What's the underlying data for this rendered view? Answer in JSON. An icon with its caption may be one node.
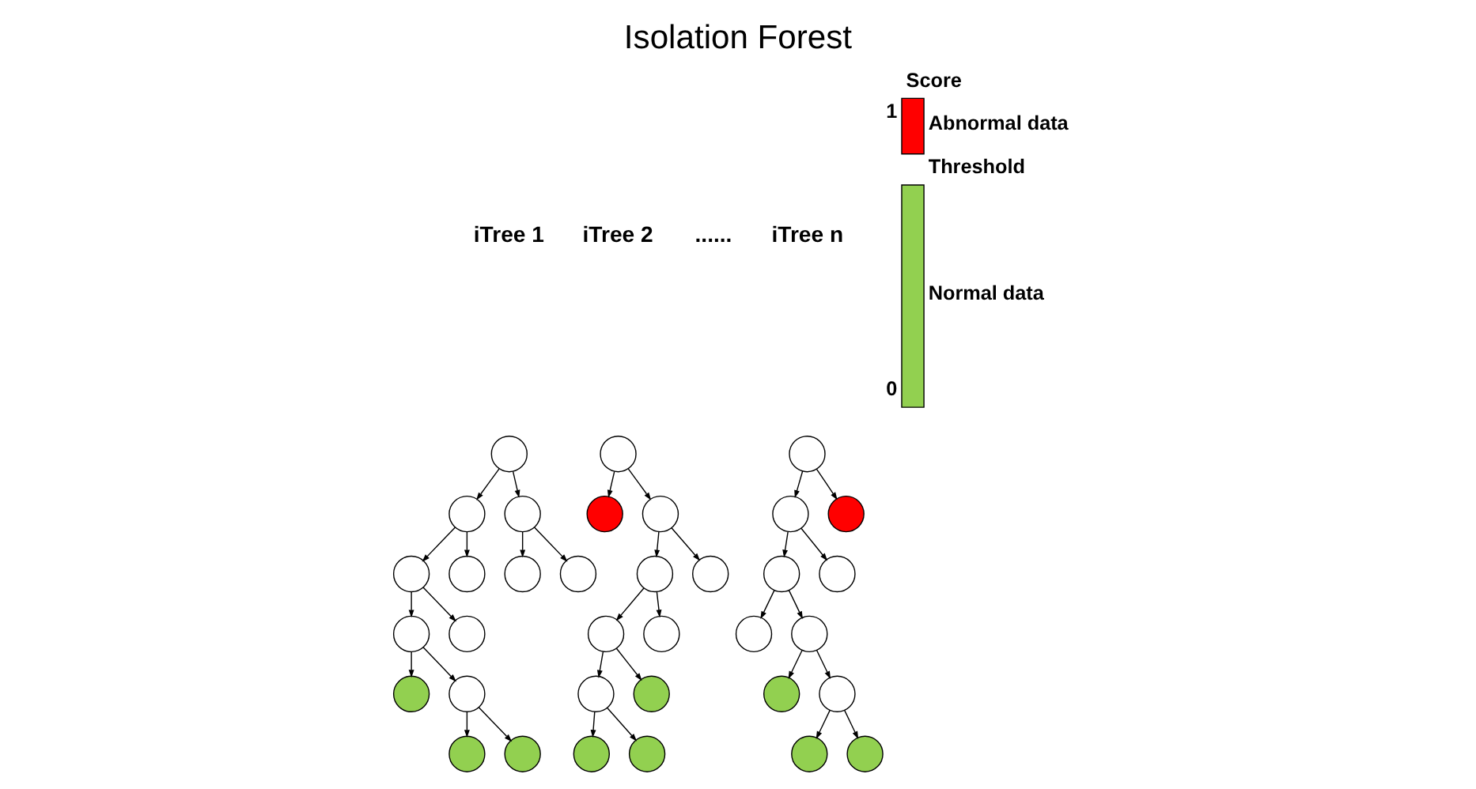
{
  "diagram": {
    "title": "Isolation Forest",
    "nodes": [
      {
        "text": [],
        "shape": "circle"
      },
      {
        "text": [],
        "shape": "circle"
      },
      {
        "text": [],
        "shape": "circle"
      },
      {
        "text": [],
        "shape": "circle"
      },
      {
        "text": [],
        "shape": "circle"
      },
      {
        "text": [],
        "shape": "circle"
      },
      {
        "text": [],
        "shape": "circle"
      },
      {
        "text": [],
        "shape": "circle"
      },
      {
        "text": [],
        "shape": "circle"
      },
      {
        "text": [],
        "shape": "circle"
      },
      {
        "text": [],
        "shape": "circle"
      },
      {
        "text": [],
        "shape": "circle"
      },
      {
        "text": [],
        "shape": "circle"
      },
      {
        "text": [],
        "shape": "circle"
      },
      {
        "text": [],
        "shape": "circle"
      },
      {
        "text": [],
        "shape": "circle"
      },
      {
        "text": [],
        "shape": "circle"
      },
      {
        "text": [],
        "shape": "circle"
      },
      {
        "text": [],
        "shape": "circle"
      },
      {
        "text": [],
        "shape": "circle"
      },
      {
        "text": [],
        "shape": "circle"
      },
      {
        "text": [],
        "shape": "circle"
      },
      {
        "text": [],
        "shape": "circle"
      },
      {
        "text": [],
        "shape": "circle"
      },
      {
        "text": [],
        "shape": "circle"
      },
      {
        "text": [],
        "shape": "circle"
      },
      {
        "text": [],
        "shape": "circle"
      },
      {
        "text": [],
        "shape": "circle"
      },
      {
        "text": [],
        "shape": "circle"
      },
      {
        "text": [],
        "shape": "circle"
      },
      {
        "text": [],
        "shape": "circle"
      },
      {
        "text": [],
        "shape": "circle"
      },
      {
        "text": [],
        "shape": "circle"
      },
      {
        "text": [],
        "shape": "circle"
      },
      {
        "text": [],
        "shape": "circle"
      }
    ],
    "edges": [
      {
        "from": 0,
        "to": 1,
        "arrow": "to"
      },
      {
        "from": 0,
        "to": 2,
        "arrow": "to"
      },
      {
        "from": 1,
        "to": 3,
        "arrow": "to"
      },
      {
        "from": 1,
        "to": 4,
        "arrow": "to"
      },
      {
        "from": 2,
        "to": 5,
        "arrow": "to"
      },
      {
        "from": 2,
        "to": 6,
        "arrow": "to"
      },
      {
        "from": 3,
        "to": 7,
        "arrow": "to"
      },
      {
        "from": 3,
        "to": 8,
        "arrow": "to"
      },
      {
        "from": 7,
        "to": 9,
        "arrow": "to"
      },
      {
        "from": 7,
        "to": 10,
        "arrow": "to"
      },
      {
        "from": 10,
        "to": 11,
        "arrow": "to"
      },
      {
        "from": 10,
        "to": 12,
        "arrow": "to"
      },
      {
        "from": 13,
        "to": 14,
        "arrow": "to"
      },
      {
        "from": 13,
        "to": 15,
        "arrow": "to"
      },
      {
        "from": 15,
        "to": 16,
        "arrow": "to"
      },
      {
        "from": 15,
        "to": 17,
        "arrow": "to"
      },
      {
        "from": 16,
        "to": 18,
        "arrow": "to"
      },
      {
        "from": 16,
        "to": 19,
        "arrow": "to"
      },
      {
        "from": 18,
        "to": 20,
        "arrow": "to"
      },
      {
        "from": 18,
        "to": 21,
        "arrow": "to"
      },
      {
        "from": 20,
        "to": 22,
        "arrow": "to"
      },
      {
        "from": 20,
        "to": 23,
        "arrow": "to"
      },
      {
        "from": 24,
        "to": 25,
        "arrow": "to"
      },
      {
        "from": 24,
        "to": 26,
        "arrow": "to"
      },
      {
        "from": 25,
        "to": 27,
        "arrow": "to"
      },
      {
        "from": 25,
        "to": 28,
        "arrow": "to"
      },
      {
        "from": 27,
        "to": 29,
        "arrow": "to"
      },
      {
        "from": 27,
        "to": 30,
        "arrow": "to"
      },
      {
        "from": 30,
        "to": 31,
        "arrow": "to"
      },
      {
        "from": 30,
        "to": 32,
        "arrow": "to"
      },
      {
        "from": 32,
        "to": 33,
        "arrow": "to"
      },
      {
        "from": 32,
        "to": 34,
        "arrow": "to"
      }
    ],
    "labels": [
      "iTree 1",
      "iTree 2",
      "......",
      "iTree n",
      "Score",
      "1",
      "Threshold",
      "0"
    ],
    "legend": [
      {
        "text": "Abnormal data",
        "color": "#ff0000"
      },
      {
        "text": "Normal data",
        "color": "#92d050"
      }
    ]
  }
}
